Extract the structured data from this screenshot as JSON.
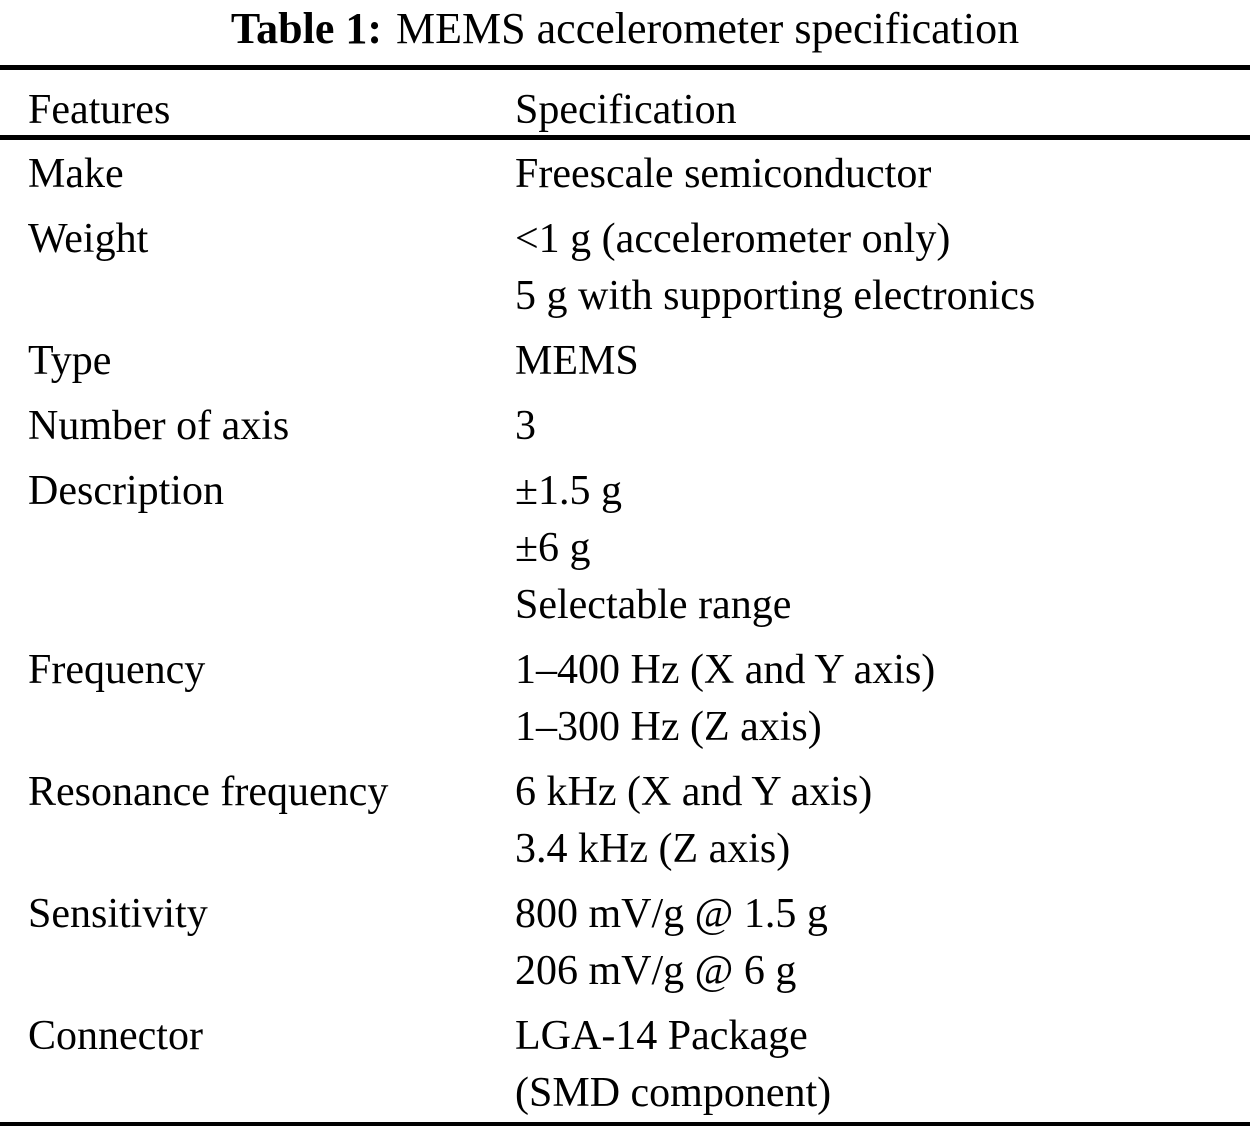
{
  "caption": {
    "label": "Table 1:",
    "text": "MEMS accelerometer specification"
  },
  "table": {
    "headers": {
      "feature": "Features",
      "spec": "Specification"
    },
    "rows": [
      {
        "feature": "Make",
        "spec_lines": [
          "Freescale semiconductor"
        ]
      },
      {
        "feature": "Weight",
        "spec_lines": [
          "<1 g (accelerometer only)",
          "5 g with supporting electronics"
        ]
      },
      {
        "feature": "Type",
        "spec_lines": [
          "MEMS"
        ]
      },
      {
        "feature": "Number of axis",
        "spec_lines": [
          "3"
        ]
      },
      {
        "feature": "Description",
        "spec_lines": [
          "±1.5 g",
          "±6 g",
          "Selectable range"
        ]
      },
      {
        "feature": "Frequency",
        "spec_lines": [
          "1–400 Hz (X and Y axis)",
          "1–300 Hz (Z axis)"
        ]
      },
      {
        "feature": "Resonance frequency",
        "spec_lines": [
          "6 kHz (X and Y axis)",
          "3.4 kHz (Z axis)"
        ]
      },
      {
        "feature": "Sensitivity",
        "spec_lines": [
          "800 mV/g @ 1.5 g",
          "206 mV/g @ 6 g"
        ]
      },
      {
        "feature": "Connector",
        "spec_lines": [
          "LGA-14 Package",
          "(SMD component)"
        ]
      }
    ]
  },
  "colors": {
    "text": "#000000",
    "background": "#ffffff",
    "rule": "#000000"
  }
}
